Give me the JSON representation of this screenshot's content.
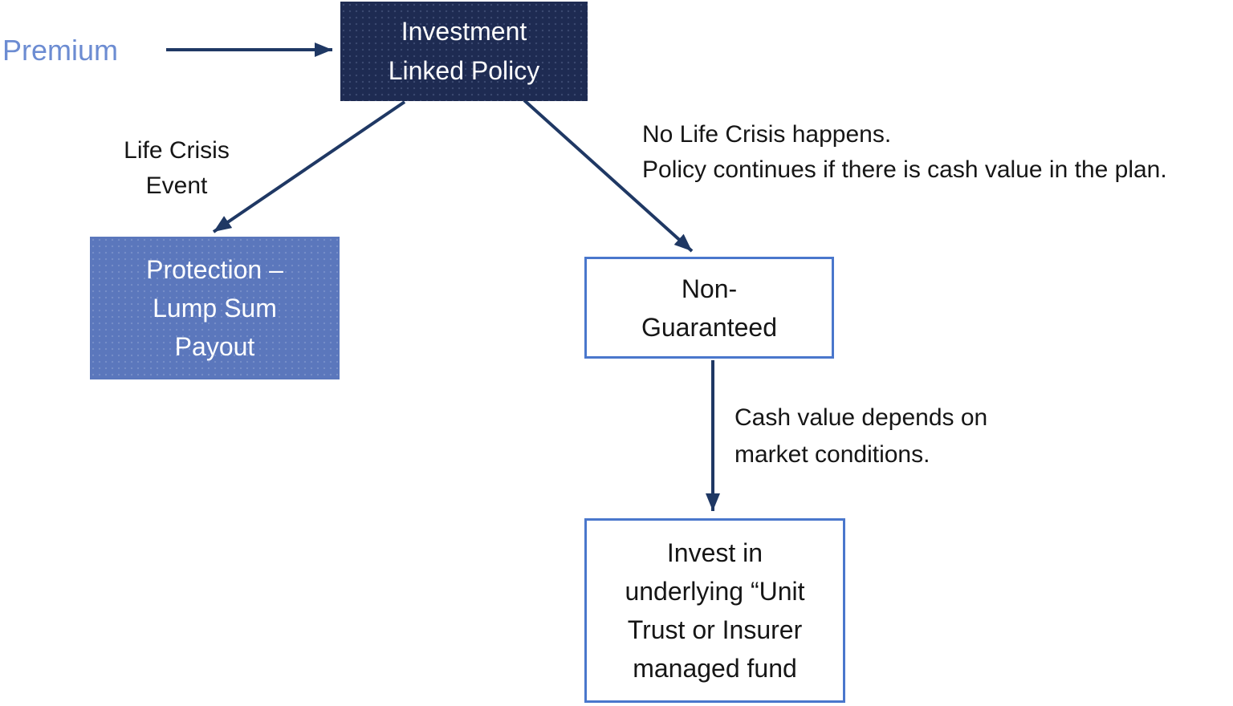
{
  "diagram_title": "Investment Linked Policy flow",
  "colors": {
    "navy_fill": "#1e2b52",
    "mid_blue_fill": "#5b77bc",
    "outline_blue": "#4a77cc",
    "arrow_color": "#1f3864",
    "premium_text": "#6c8cd2",
    "body_text": "#161616"
  },
  "labels": {
    "premium": "Premium",
    "life_crisis_event": "Life Crisis\nEvent",
    "no_life_crisis": "No Life Crisis happens.\nPolicy continues if there is cash value in the plan.",
    "cash_value": "Cash value depends on\nmarket conditions."
  },
  "nodes": {
    "investment_linked_policy": {
      "text": "Investment\nLinked Policy",
      "style": "dark-filled"
    },
    "protection_lump_sum": {
      "text": "Protection –\nLump Sum\nPayout",
      "style": "mid-filled"
    },
    "non_guaranteed": {
      "text": "Non-\nGuaranteed",
      "style": "outlined"
    },
    "invest_underlying": {
      "text": "Invest in\nunderlying “Unit\nTrust or Insurer\nmanaged fund",
      "style": "outlined"
    }
  },
  "edges": [
    {
      "from": "premium",
      "to": "investment_linked_policy",
      "label": ""
    },
    {
      "from": "investment_linked_policy",
      "to": "protection_lump_sum",
      "label": "Life Crisis Event"
    },
    {
      "from": "investment_linked_policy",
      "to": "non_guaranteed",
      "label": "No Life Crisis happens. Policy continues if there is cash value in the plan."
    },
    {
      "from": "non_guaranteed",
      "to": "invest_underlying",
      "label": "Cash value depends on market conditions."
    }
  ]
}
